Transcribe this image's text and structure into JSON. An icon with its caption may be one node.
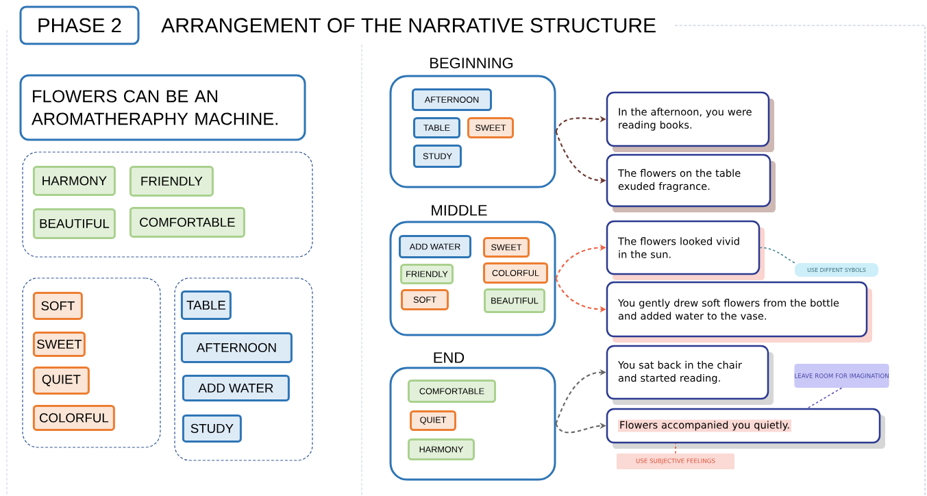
{
  "diagram": {
    "title": "ARRANGEMENT OF THE NARRATIVE STRUCTURE",
    "nodes": [
      {
        "text": [
          "PHASE 2"
        ]
      },
      {
        "text": [
          "FLOWERS CAN BE AN AROMATHERAPHY MACHINE."
        ]
      },
      {
        "text": [],
        "shape": "box"
      },
      {
        "text": [
          "HARMONY"
        ],
        "in": 2
      },
      {
        "text": [
          "FRIENDLY"
        ],
        "in": 2
      },
      {
        "text": [
          "BEAUTIFUL"
        ],
        "in": 2
      },
      {
        "text": [
          "COMFORTABLE"
        ],
        "in": 2
      },
      {
        "text": [],
        "shape": "box"
      },
      {
        "text": [
          "SOFT"
        ],
        "in": 7
      },
      {
        "text": [
          "SWEET"
        ],
        "in": 7
      },
      {
        "text": [
          "QUIET"
        ],
        "in": 7
      },
      {
        "text": [
          "COLORFUL"
        ],
        "in": 7
      },
      {
        "text": [],
        "shape": "box"
      },
      {
        "text": [
          "TABLE"
        ],
        "in": 12
      },
      {
        "text": [
          "AFTERNOON"
        ],
        "in": 12
      },
      {
        "text": [
          "ADD WATER"
        ],
        "in": 12
      },
      {
        "text": [
          "STUDY"
        ],
        "in": 12
      },
      {
        "text": [
          "BEGINNING"
        ]
      },
      {
        "text": [
          "AFTERNOON"
        ],
        "in": 17
      },
      {
        "text": [
          "TABLE"
        ],
        "in": 17
      },
      {
        "text": [
          "SWEET"
        ],
        "in": 17
      },
      {
        "text": [
          "STUDY"
        ],
        "in": 17
      },
      {
        "text": [
          "MIDDLE"
        ]
      },
      {
        "text": [
          "ADD WATER"
        ],
        "in": 22
      },
      {
        "text": [
          "SWEET"
        ],
        "in": 22
      },
      {
        "text": [
          "FRIENDLY"
        ],
        "in": 22
      },
      {
        "text": [
          "COLORFUL"
        ],
        "in": 22
      },
      {
        "text": [
          "SOFT"
        ],
        "in": 22
      },
      {
        "text": [
          "BEAUTIFUL"
        ],
        "in": 22
      },
      {
        "text": [
          "END"
        ]
      },
      {
        "text": [
          "COMFORTABLE"
        ],
        "in": 29
      },
      {
        "text": [
          "QUIET"
        ],
        "in": 29
      },
      {
        "text": [
          "HARMONY"
        ],
        "in": 29
      },
      {
        "text": [
          "In the afternoon, you were reading books."
        ]
      },
      {
        "text": [
          "The flowers on the table exuded fragrance."
        ]
      },
      {
        "text": [
          "The flowers looked vivid in the sun."
        ]
      },
      {
        "text": [
          "You gently drew soft flowers from the bottle and added water to the vase."
        ]
      },
      {
        "text": [
          "You sat back in the chair and started reading."
        ]
      },
      {
        "text": [
          "Flowers accompanied you quietly."
        ]
      },
      {
        "text": [
          "USE DIFFENT SYBOLS"
        ]
      },
      {
        "text": [
          "LEAVE ROOM FOR IMAGINATION"
        ]
      },
      {
        "text": [
          "USE SUBJECTIVE FEELINGS"
        ]
      }
    ],
    "edges": [
      {
        "from": 17,
        "to": 33,
        "arrow": "to",
        "style": "dashed",
        "color": "#6b3a32"
      },
      {
        "from": 17,
        "to": 34,
        "arrow": "to",
        "style": "dashed",
        "color": "#6b3a32"
      },
      {
        "from": 22,
        "to": 35,
        "arrow": "to",
        "style": "dashed",
        "color": "#f0603f"
      },
      {
        "from": 22,
        "to": 36,
        "arrow": "to",
        "style": "dashed",
        "color": "#f0603f"
      },
      {
        "from": 29,
        "to": 37,
        "arrow": "to",
        "style": "dashed",
        "color": "#666666"
      },
      {
        "from": 29,
        "to": 38,
        "arrow": "to",
        "style": "dashed",
        "color": "#666666"
      },
      {
        "from": 39,
        "to": 35,
        "arrow": "none",
        "style": "dashed",
        "color": "#3a7f8c"
      },
      {
        "from": 40,
        "to": 38,
        "arrow": "none",
        "style": "dashed",
        "color": "#5a4fb0"
      },
      {
        "from": 41,
        "to": 38,
        "arrow": "none",
        "style": "dashed",
        "color": "#e0553a"
      }
    ]
  }
}
